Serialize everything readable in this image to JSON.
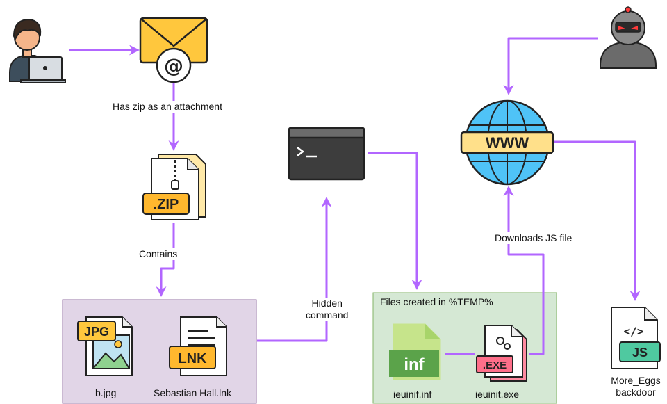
{
  "edges": {
    "email_to_zip": "Has zip as an attachment",
    "zip_to_files": "Contains",
    "hidden_command": [
      "Hidden",
      "command"
    ],
    "downloads": "Downloads JS file"
  },
  "groups": {
    "temp_title": "Files created in %TEMP%"
  },
  "files": {
    "jpg_name": "b.jpg",
    "lnk_name": "Sebastian Hall.lnk",
    "inf_name": "ieuinif.inf",
    "exe_name": "ieuinit.exe",
    "js_name": [
      "More_Eggs",
      "backdoor"
    ]
  },
  "icon_text": {
    "zip": ".ZIP",
    "jpg": "JPG",
    "lnk": "LNK",
    "inf": "inf",
    "exe": ".EXE",
    "js": "JS",
    "www": "WWW",
    "code": "</>"
  },
  "colors": {
    "arrow": "#b266ff",
    "purple_box_fill": "#e1d5e7",
    "purple_box_stroke": "#9673a6",
    "green_box_fill": "#d5e8d4",
    "green_box_stroke": "#82b366",
    "email_yellow": "#ffc73d",
    "zip_orange": "#ffb82e",
    "globe_blue": "#4fc3f7",
    "terminal_dark": "#3d3d3d"
  }
}
